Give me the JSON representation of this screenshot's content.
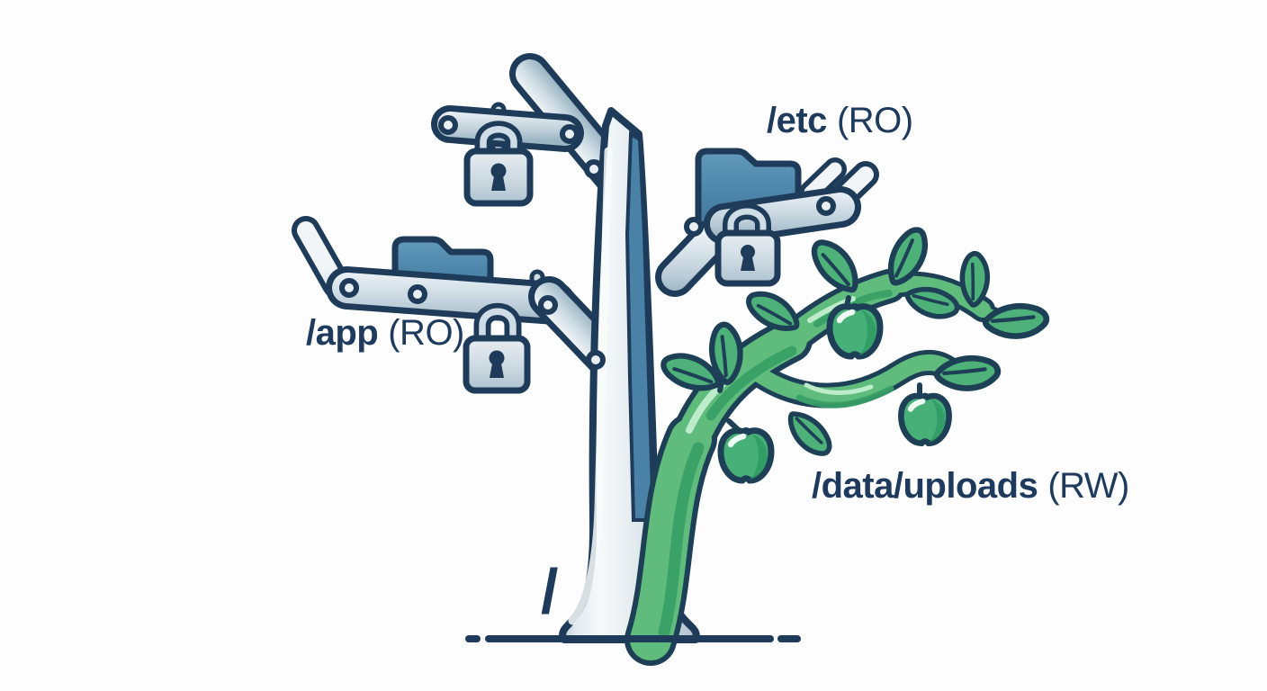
{
  "meta": {
    "description": "Illustration of a filesystem as a tree: read-only mounts drawn as locked metal branches, the writable mount as a living green branch with apples",
    "background": "#fdfdfd"
  },
  "labels": {
    "root": "/",
    "etc": {
      "path": "/etc",
      "mode": "(RO)"
    },
    "app": {
      "path": "/app",
      "mode": "(RO)"
    },
    "data": {
      "path": "/data/uploads",
      "mode": "(RW)"
    }
  },
  "icons": {
    "padlock": "padlock-icon",
    "folder": "folder-icon",
    "apple": "apple-icon",
    "leaf": "leaf-icon"
  },
  "colors": {
    "text": "#1e3a5c",
    "outline": "#1e3c59",
    "steel_blue_stripe": "#4a81a6",
    "folder_blue": "#4d88ab",
    "metal_light": "#dde7ed",
    "metal_dark": "#9cb5c4",
    "green_main": "#5fbc7d",
    "green_dark": "#38a065",
    "green_highlight": "#bdecca",
    "apple_green": "#46b078"
  }
}
